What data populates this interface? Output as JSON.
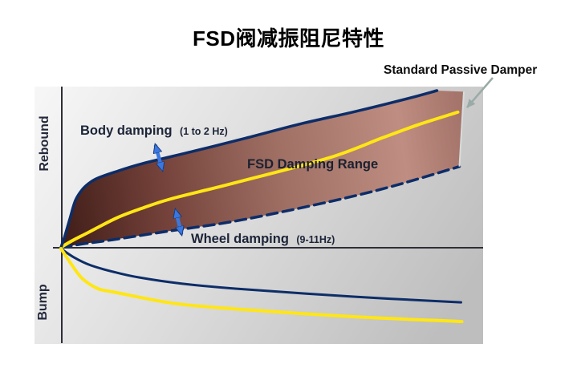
{
  "title": "FSD阀减振阻尼特性",
  "chart_data": {
    "type": "area",
    "title": "FSD阀减振阻尼特性",
    "value_space": "qualitative relative units 0-100 (no numeric scale shown on axes)",
    "y_axis": {
      "positive_label": "Rebound",
      "negative_label": "Bump"
    },
    "series": [
      {
        "id": "fsd_firm_rebound",
        "name": "FSD maximum (body control) damping - rebound",
        "style": "solid",
        "color": "#0d2d68",
        "width": 3.5,
        "points": [
          [
            0,
            0
          ],
          [
            1,
            7.5
          ],
          [
            2.2,
            18
          ],
          [
            3.6,
            29.8
          ],
          [
            5.4,
            37
          ],
          [
            7.4,
            41.5
          ],
          [
            9.4,
            44.2
          ],
          [
            13.4,
            47.8
          ],
          [
            20,
            53
          ],
          [
            33,
            61
          ],
          [
            46,
            69.3
          ],
          [
            60,
            78.6
          ],
          [
            73.4,
            86.3
          ],
          [
            86.6,
            94.6
          ],
          [
            93.6,
            99.5
          ]
        ]
      },
      {
        "id": "passive_rebound",
        "name": "Standard Passive Damper - rebound",
        "style": "solid",
        "color": "#ffe614",
        "width": 4,
        "points": [
          [
            0,
            0
          ],
          [
            3,
            4.5
          ],
          [
            6.8,
            9.4
          ],
          [
            13.8,
            18.6
          ],
          [
            20.4,
            25
          ],
          [
            27.4,
            30.8
          ],
          [
            42.6,
            40.5
          ],
          [
            66.6,
            56.7
          ],
          [
            80,
            69.5
          ],
          [
            88.8,
            77.7
          ],
          [
            98.8,
            85.8
          ]
        ]
      },
      {
        "id": "fsd_soft_rebound",
        "name": "FSD minimum (wheel control) damping - rebound",
        "style": "dashed",
        "color": "#0d2d68",
        "width": 3.5,
        "dash": [
          13,
          7
        ],
        "points": [
          [
            0,
            0
          ],
          [
            6,
            2.4
          ],
          [
            12.8,
            4.8
          ],
          [
            26,
            10
          ],
          [
            40.8,
            15.5
          ],
          [
            55,
            22.5
          ],
          [
            70.8,
            31.3
          ],
          [
            83.4,
            39.4
          ],
          [
            99.2,
            51.3
          ]
        ]
      },
      {
        "id": "fsd_bump",
        "name": "Damper characteristic - bump (upper)",
        "style": "solid",
        "color": "#0d2d68",
        "width": 3,
        "points": [
          [
            0,
            -0.8
          ],
          [
            3.2,
            -6.3
          ],
          [
            7.4,
            -11.4
          ],
          [
            13.4,
            -15.8
          ],
          [
            19.4,
            -19.1
          ],
          [
            30,
            -23
          ],
          [
            43.4,
            -26.2
          ],
          [
            72.8,
            -31.3
          ],
          [
            99.6,
            -34.9
          ]
        ]
      },
      {
        "id": "passive_bump",
        "name": "Standard Passive Damper - bump (lower)",
        "style": "solid",
        "color": "#ffe614",
        "width": 4,
        "points": [
          [
            0,
            -0.8
          ],
          [
            2.8,
            -11.5
          ],
          [
            5.4,
            -20
          ],
          [
            9.2,
            -26.2
          ],
          [
            13.4,
            -28.5
          ],
          [
            28,
            -35.5
          ],
          [
            44.8,
            -39.4
          ],
          [
            72.8,
            -44
          ],
          [
            99.8,
            -47.1
          ]
        ]
      }
    ],
    "range_area": {
      "name": "FSD Damping Range",
      "between": [
        "fsd_firm_rebound",
        "fsd_soft_rebound"
      ],
      "corner": [
        100.3,
        98.8
      ],
      "right_bottom": [
        99.2,
        51.3
      ],
      "fill_gradient": [
        "#431f1a",
        "#74423a",
        "#a07065",
        "#bf8d81",
        "#a5746a"
      ]
    },
    "annotations": [
      {
        "id": "body",
        "text": "Body damping",
        "detail": "(1 to 2 Hz)",
        "arrow": "blue double-headed, points into upper range boundary"
      },
      {
        "id": "range",
        "text": "FSD Damping Range"
      },
      {
        "id": "wheel",
        "text": "Wheel damping",
        "detail": "(9-11Hz)",
        "arrow": "blue double-headed, points into lower range boundary"
      },
      {
        "id": "spd",
        "text": "Standard Passive Damper",
        "arrow": "gray, points to end of yellow curve"
      }
    ],
    "colors": {
      "navy_curve": "#0d2d68",
      "yellow_curve": "#ffe614",
      "axis": "#2e2e38",
      "arrow_blue": "#3a78e0",
      "arrow_gray": "#9aaba7",
      "panel_top": "#f7f7f7",
      "panel_bottom": "#bebebe"
    }
  }
}
